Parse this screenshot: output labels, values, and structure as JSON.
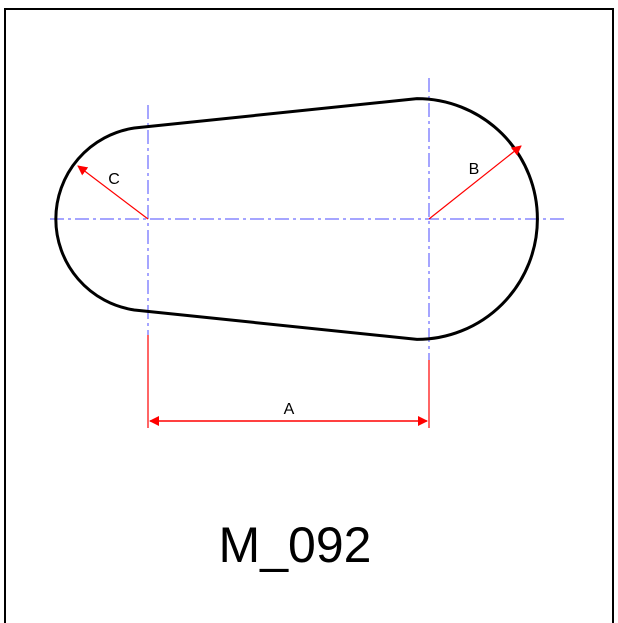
{
  "diagram": {
    "labels": {
      "a": "A",
      "b": "B",
      "c": "C"
    },
    "caption": "M_092",
    "colors": {
      "outline": "#000000",
      "centerline": "#4b4bff",
      "dimension": "#ff0000"
    }
  }
}
